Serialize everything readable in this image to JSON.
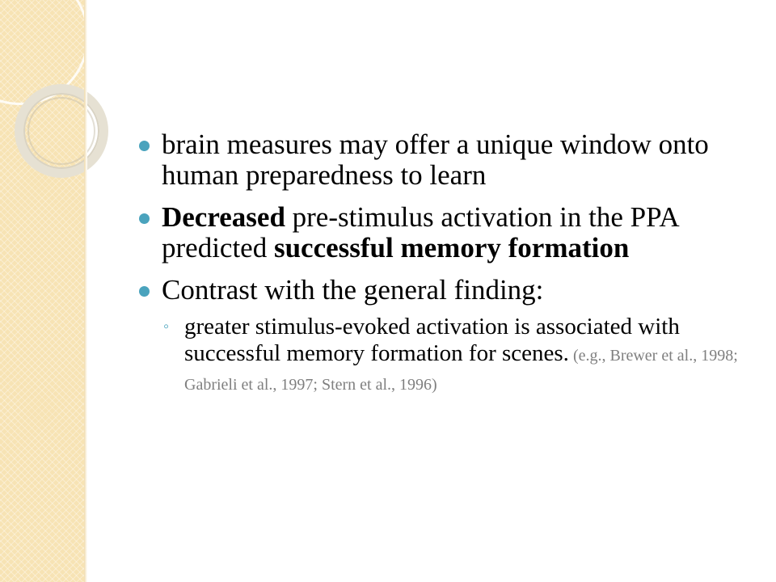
{
  "bullets": [
    {
      "text": "brain measures may offer a unique window onto human preparedness to learn"
    },
    {
      "part1": "Decreased",
      "part2": " pre-stimulus activation in the PPA predicted ",
      "part3": "successful memory formation"
    },
    {
      "text": "Contrast with the general finding:"
    }
  ],
  "sub_bullet": {
    "marker": "◦",
    "text": "greater stimulus-evoked activation is associated with successful memory formation for scenes.",
    "citation": " (e.g., Brewer et al., 1998; Gabrieli et al., 1997; Stern et al., 1996)"
  },
  "colors": {
    "bullet": "#4aa3bd",
    "side_panel": "#f7e3b4",
    "citation": "#7f7f7f"
  }
}
